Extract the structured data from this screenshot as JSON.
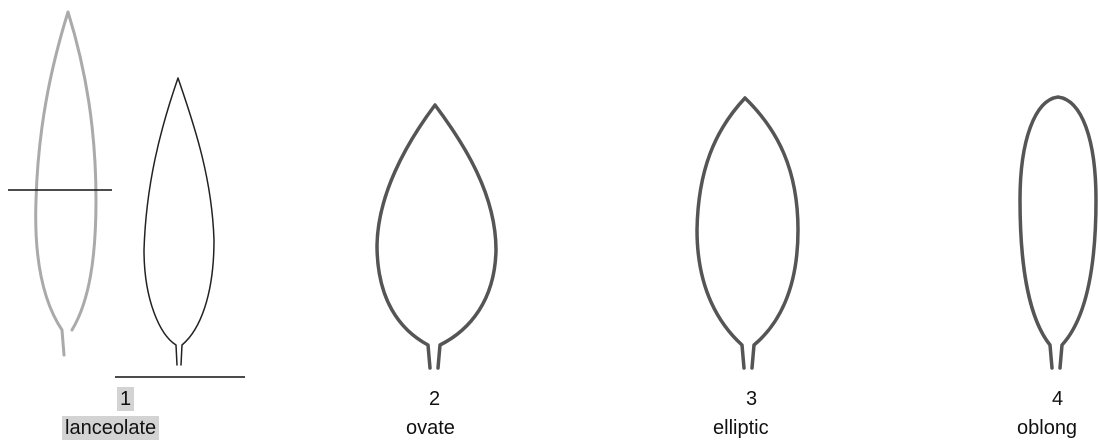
{
  "shapes": [
    {
      "number": "1",
      "name": "lanceolate",
      "highlighted": true
    },
    {
      "number": "2",
      "name": "ovate",
      "highlighted": false
    },
    {
      "number": "3",
      "name": "elliptic",
      "highlighted": false
    },
    {
      "number": "4",
      "name": "oblong",
      "highlighted": false
    }
  ],
  "colors": {
    "outline_dark": "#555555",
    "outline_faint": "#aaaaaa",
    "outline_thin": "#222222",
    "highlight": "#d3d3d3"
  }
}
